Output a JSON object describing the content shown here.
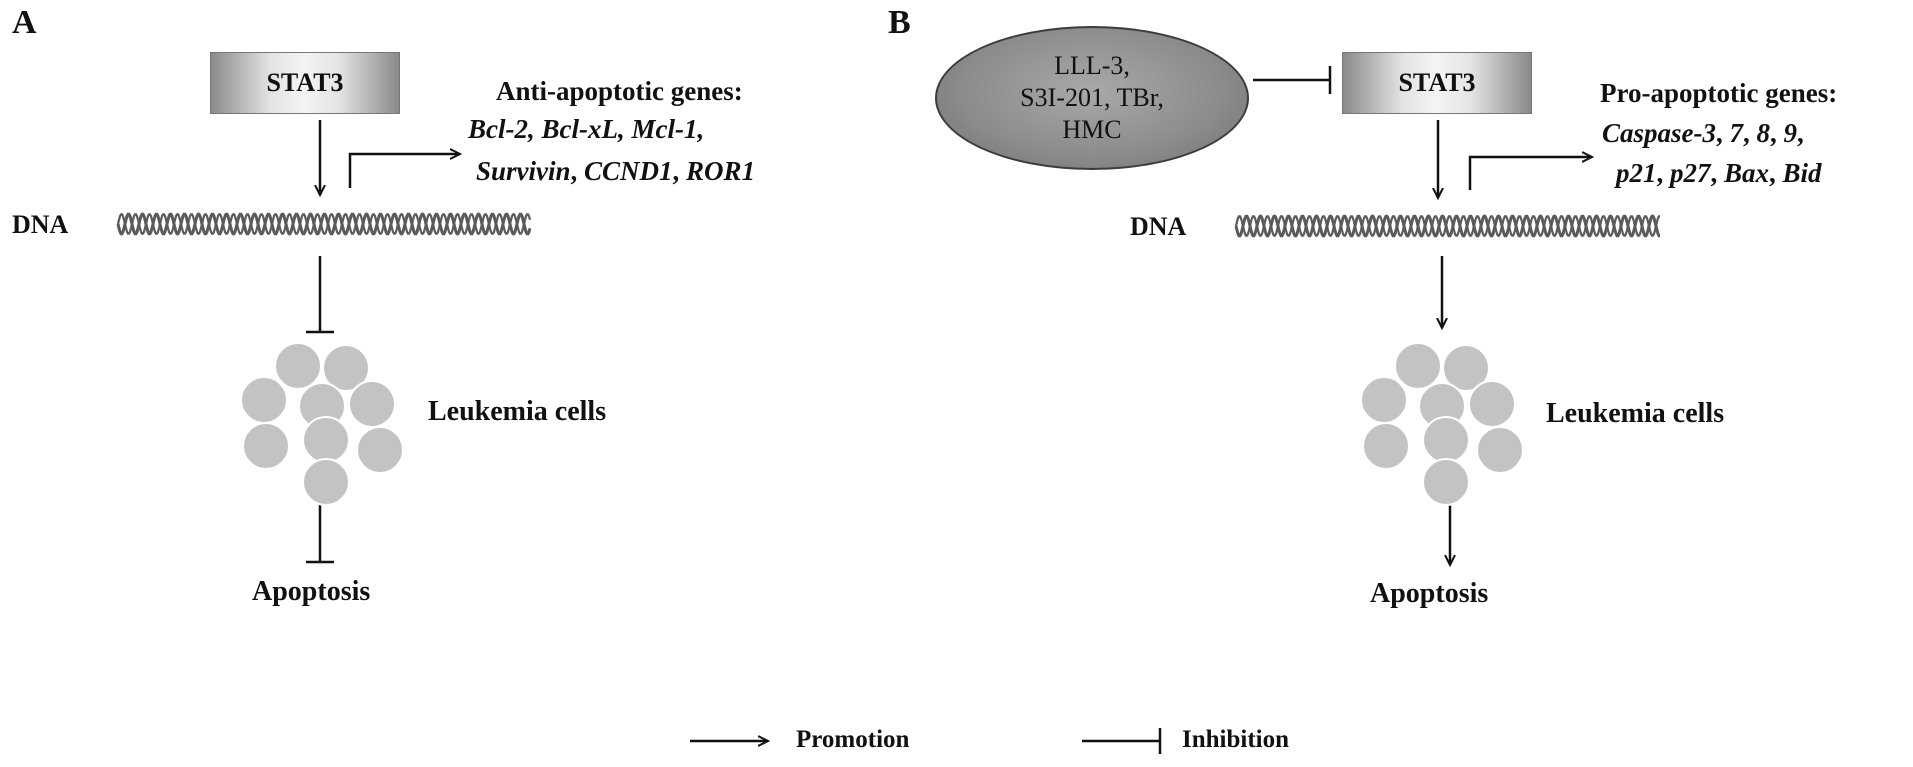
{
  "panel_a": {
    "letter": "A",
    "stat3": "STAT3",
    "dna": "DNA",
    "genes_title": "Anti-apoptotic genes:",
    "genes_line1": [
      "Bcl-2,",
      "Bcl-xL,",
      "Mcl-1,"
    ],
    "genes_line2": [
      "Survivin",
      ",",
      "CCND1",
      ",",
      "ROR1"
    ],
    "cells": "Leukemia cells",
    "apoptosis": "Apoptosis"
  },
  "panel_b": {
    "letter": "B",
    "inhibitors": [
      "LLL-3,",
      "S3I-201, TBr,",
      "HMC"
    ],
    "stat3": "STAT3",
    "dna": "DNA",
    "genes_title": "Pro-apoptotic genes:",
    "genes_line1": [
      "Caspase-3",
      ", ",
      "7",
      ", ",
      "8",
      ", ",
      "9",
      ","
    ],
    "genes_line2": [
      "p21",
      ", ",
      "p27",
      ", ",
      "Bax",
      ", ",
      "Bid"
    ],
    "cells": "Leukemia cells",
    "apoptosis": "Apoptosis"
  },
  "legend": {
    "promotion": "Promotion",
    "inhibition": "Inhibition"
  },
  "colors": {
    "cell_fill": "#c3c3c3",
    "cell_stroke": "#ffffff",
    "dna": "#5a5a5a",
    "line": "#111111"
  }
}
